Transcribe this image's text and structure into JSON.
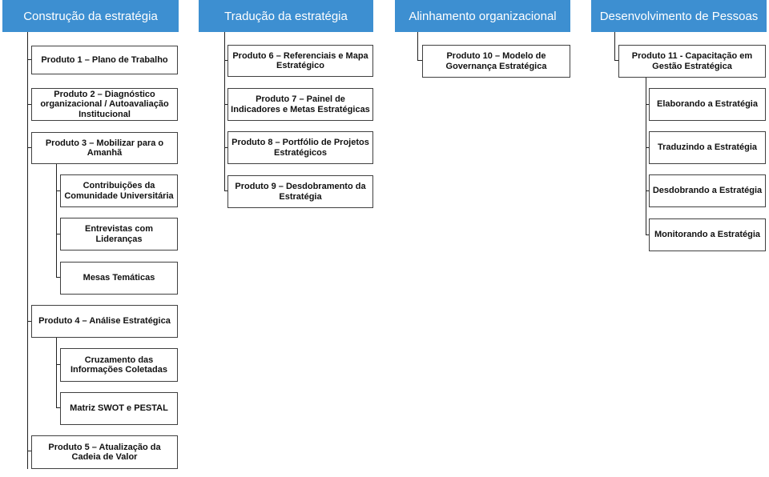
{
  "columns": [
    {
      "header": "Construção da estratégia",
      "items": [
        {
          "label": "Produto 1 – Plano de Trabalho"
        },
        {
          "label": "Produto 2 – Diagnóstico organizacional / Autoavaliação Institucional"
        },
        {
          "label": "Produto 3 – Mobilizar para o Amanhã",
          "children": [
            "Contribuições da Comunidade Universitária",
            "Entrevistas com Lideranças",
            "Mesas Temáticas"
          ]
        },
        {
          "label": "Produto 4 – Análise Estratégica",
          "children": [
            "Cruzamento das Informações Coletadas",
            "Matriz SWOT e PESTAL"
          ]
        },
        {
          "label": "Produto 5 – Atualização da Cadeia de Valor"
        }
      ]
    },
    {
      "header": "Tradução da estratégia",
      "items": [
        {
          "label": "Produto 6 – Referenciais e Mapa Estratégico"
        },
        {
          "label": "Produto 7 – Painel de Indicadores e Metas Estratégicas"
        },
        {
          "label": "Produto 8 – Portfólio de Projetos Estratégicos"
        },
        {
          "label": "Produto 9 – Desdobramento da Estratégia"
        }
      ]
    },
    {
      "header": "Alinhamento organizacional",
      "items": [
        {
          "label": "Produto 10 – Modelo de Governança Estratégica"
        }
      ]
    },
    {
      "header": "Desenvolvimento de Pessoas",
      "items": [
        {
          "label": "Produto 11 - Capacitação em Gestão Estratégica",
          "children": [
            "Elaborando a Estratégia",
            "Traduzindo a Estratégia",
            "Desdobrando a Estratégia",
            "Monitorando a Estratégia"
          ]
        }
      ]
    }
  ]
}
